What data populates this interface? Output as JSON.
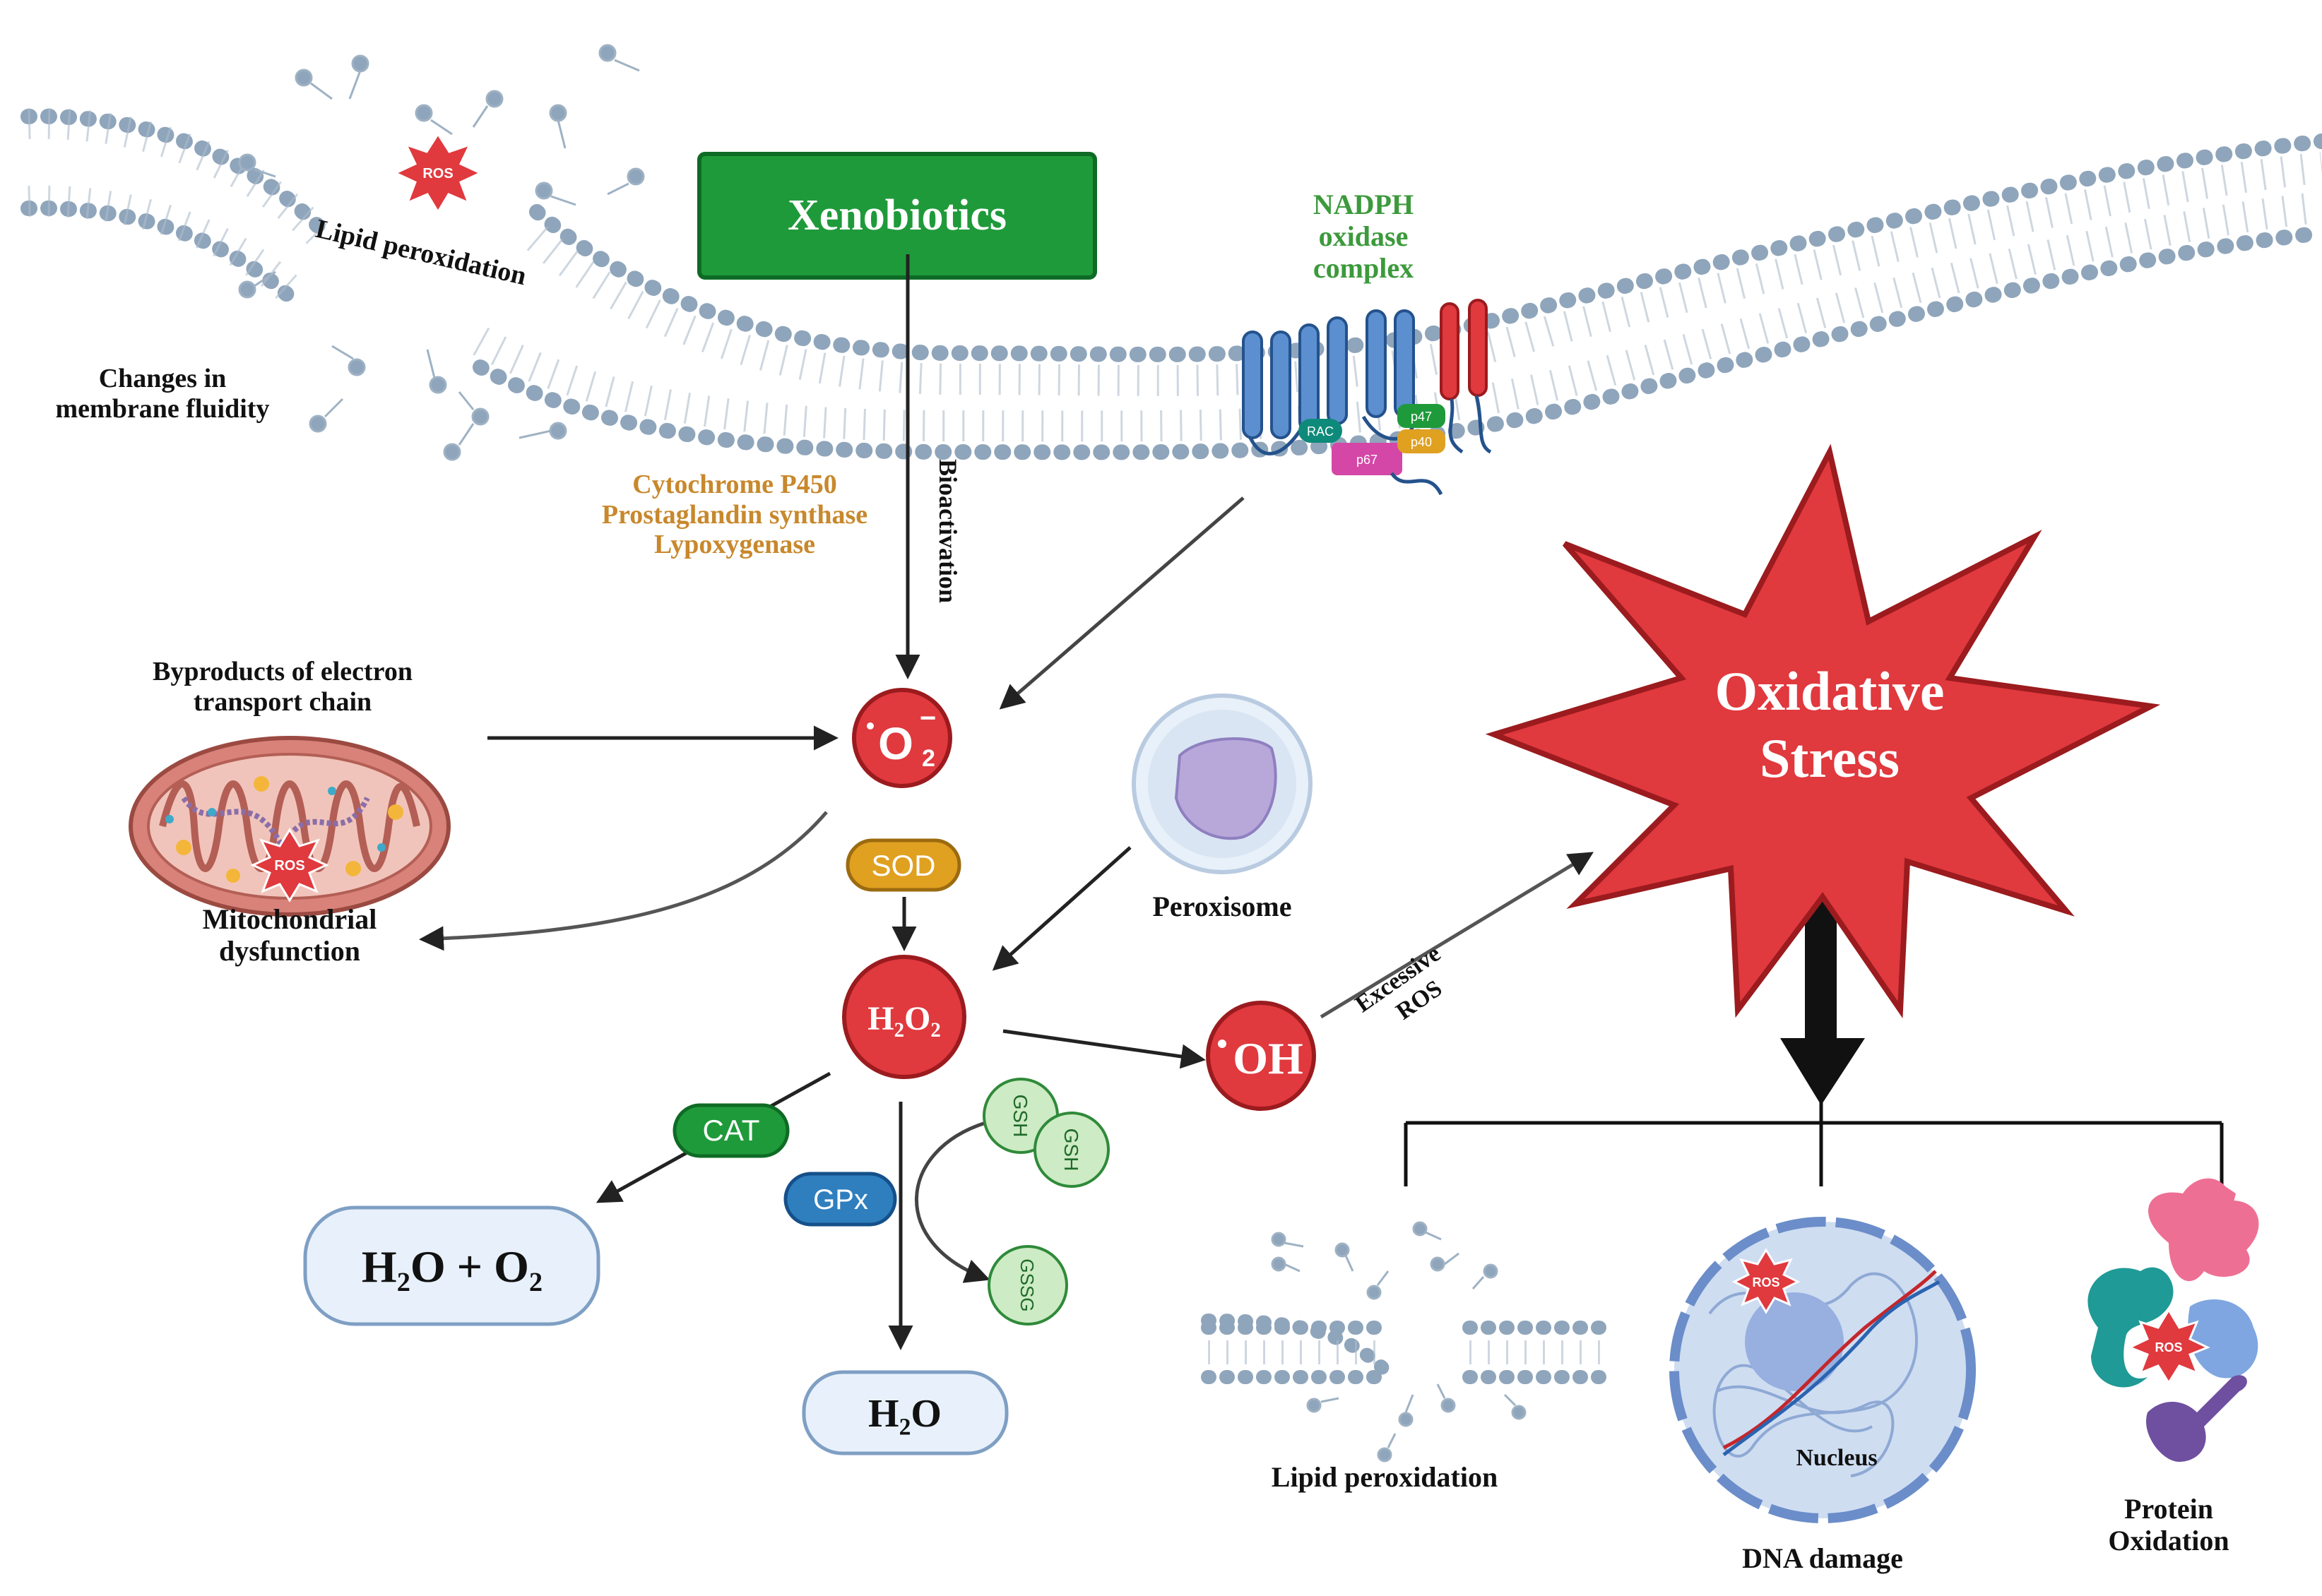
{
  "colors": {
    "red": "#e0393e",
    "darkred": "#9b1b1e",
    "green": "#1f9a3a",
    "darkgreen": "#0e6b25",
    "orange": "#e0a020",
    "blue": "#2f6fae",
    "membrane": "#8da3b9",
    "mito": "#d9827a"
  },
  "labels": {
    "xenobiotics": "Xenobiotics",
    "nadph": [
      "NADPH",
      "oxidase",
      "complex"
    ],
    "lipid_top": "Lipid peroxidation",
    "membrane_fluidity": [
      "Changes in",
      "membrane fluidity"
    ],
    "enzymes": [
      "Cytochrome P450",
      "Prostaglandin synthase",
      "Lypoxygenase"
    ],
    "bioactivation": "Bioactivation",
    "etc": [
      "Byproducts of electron",
      "transport chain"
    ],
    "mito": [
      "Mitochondrial",
      "dysfunction"
    ],
    "peroxisome": "Peroxisome",
    "excessive": [
      "Excessive",
      "ROS"
    ],
    "oxidative": [
      "Oxidative",
      "Stress"
    ],
    "lipid_bottom": "Lipid peroxidation",
    "nucleus": "Nucleus",
    "dna": "DNA damage",
    "protein": [
      "Protein",
      "Oxidation"
    ],
    "ros": "ROS"
  },
  "molecules": {
    "superoxide": "O",
    "superoxide_sub": "2",
    "superoxide_sup": "−",
    "h2o2": "H₂O₂",
    "oh": "OH",
    "h2o_o2": "H₂O + O₂",
    "h2o": "H₂O"
  },
  "enzymes_nodes": {
    "sod": "SOD",
    "cat": "CAT",
    "gpx": "GPx",
    "gsh": "GSH",
    "gssg": "GSSG"
  },
  "nadph_subunits": {
    "rac": "RAC",
    "p67": "p67",
    "p47": "p47",
    "p40": "p40"
  }
}
